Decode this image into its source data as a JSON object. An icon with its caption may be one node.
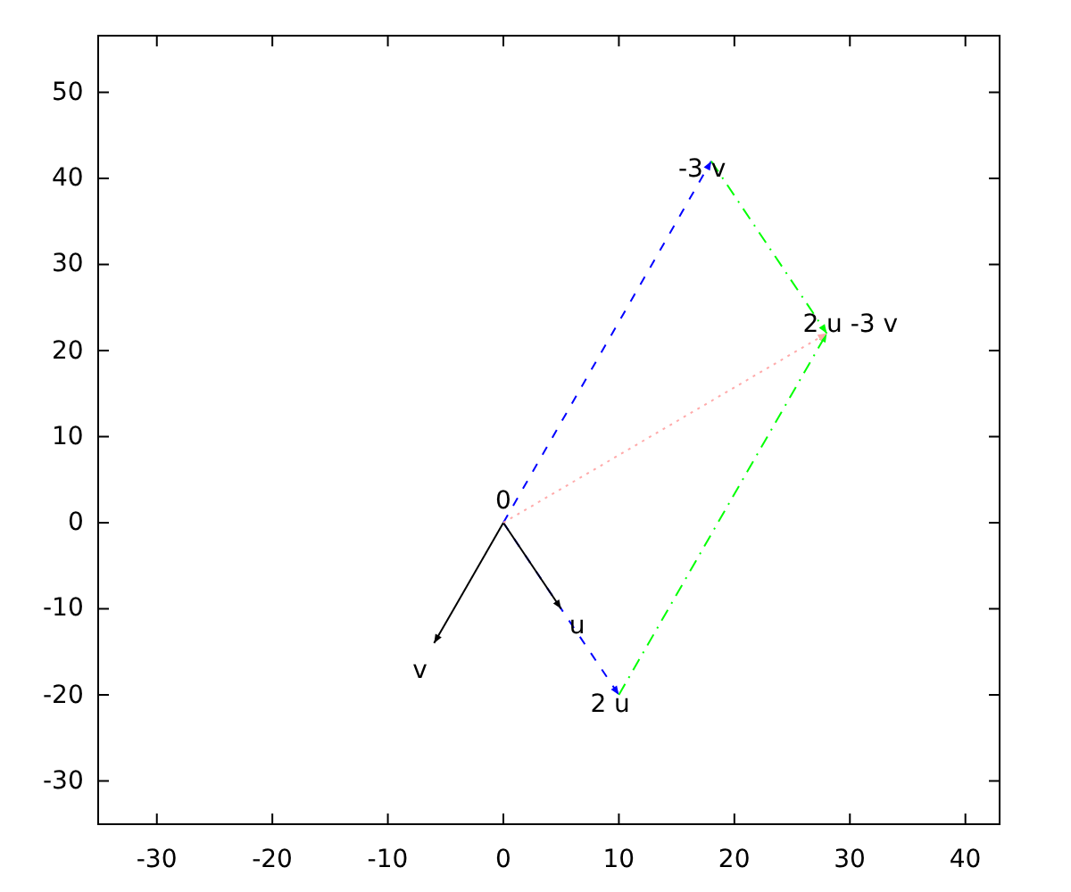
{
  "diagram": {
    "nodes": [
      {
        "text": [
          "0"
        ]
      },
      {
        "text": [
          "u"
        ]
      },
      {
        "text": [
          "v"
        ]
      },
      {
        "text": [
          "2 u"
        ]
      },
      {
        "text": [
          "-3 v"
        ]
      },
      {
        "text": [
          "2 u -3 v"
        ]
      }
    ],
    "edges": [
      {
        "from": 0,
        "to": 3,
        "arrow": "to",
        "style": "dashed",
        "color": "#0000ff"
      },
      {
        "from": 0,
        "to": 4,
        "arrow": "to",
        "style": "dashed",
        "color": "#0000ff"
      },
      {
        "from": 0,
        "to": 1,
        "arrow": "to",
        "color": "#000000"
      },
      {
        "from": 0,
        "to": 2,
        "arrow": "to",
        "color": "#000000"
      },
      {
        "from": 4,
        "to": 5,
        "arrow": "to",
        "style": "dashed",
        "color": "#00ff00"
      },
      {
        "from": 3,
        "to": 5,
        "arrow": "to",
        "style": "dashed",
        "color": "#00ff00"
      },
      {
        "from": 0,
        "to": 5,
        "arrow": "to",
        "style": "dashed",
        "color": "#ffaaaa"
      }
    ],
    "labels": [
      "50",
      "40",
      "30",
      "20",
      "10",
      "0",
      "-10",
      "-20",
      "-30",
      "-30",
      "-20",
      "-10",
      "0",
      "10",
      "20",
      "30",
      "40"
    ]
  }
}
